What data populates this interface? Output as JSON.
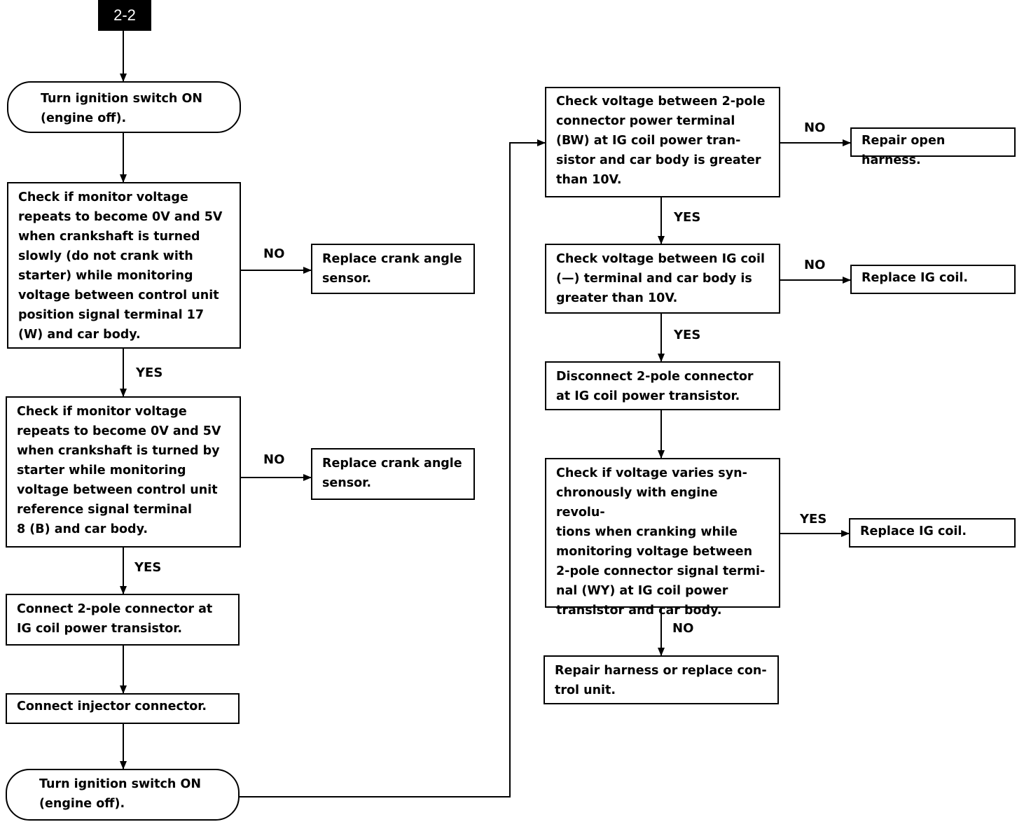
{
  "header": {
    "tag": "2-2"
  },
  "left": {
    "start": "Turn ignition switch ON\n(engine off).",
    "check_slow": "Check if monitor voltage\nrepeats to become 0V and 5V\nwhen crankshaft is turned\nslowly (do not crank with\nstarter) while monitoring\nvoltage between control unit\nposition signal terminal 17\n(W) and car body.",
    "replace_sensor_1": "Replace crank angle\nsensor.",
    "check_starter": "Check if monitor voltage\nrepeats to become 0V and 5V\nwhen crankshaft is turned by\nstarter while monitoring\nvoltage between control unit\nreference signal terminal\n8 (B) and car body.",
    "replace_sensor_2": "Replace crank angle\nsensor.",
    "connect_2pole": "Connect 2-pole connector at\nIG coil power transistor.",
    "connect_injector": "Connect injector connector.",
    "turn_on_2": "Turn ignition switch ON\n(engine off)."
  },
  "right": {
    "check_bw": "Check voltage between 2-pole\nconnector power terminal\n(BW) at IG coil power tran-\nsistor and car body is greater\nthan 10V.",
    "repair_open": "Repair open harness.",
    "check_ig_minus": "Check voltage between IG coil\n(—) terminal and car body is\ngreater than 10V.",
    "replace_ig_1": "Replace IG coil.",
    "disconnect": "Disconnect 2-pole connector\nat IG coil power transistor.",
    "check_sync": "Check if voltage varies syn-\nchronously with engine revolu-\ntions when cranking while\nmonitoring voltage between\n2-pole connector signal termi-\nnal (WY) at IG coil power\ntransistor and car body.",
    "replace_ig_2": "Replace IG coil.",
    "repair_harness": "Repair harness or replace con-\ntrol unit."
  },
  "labels": {
    "yes": "YES",
    "no": "NO"
  }
}
